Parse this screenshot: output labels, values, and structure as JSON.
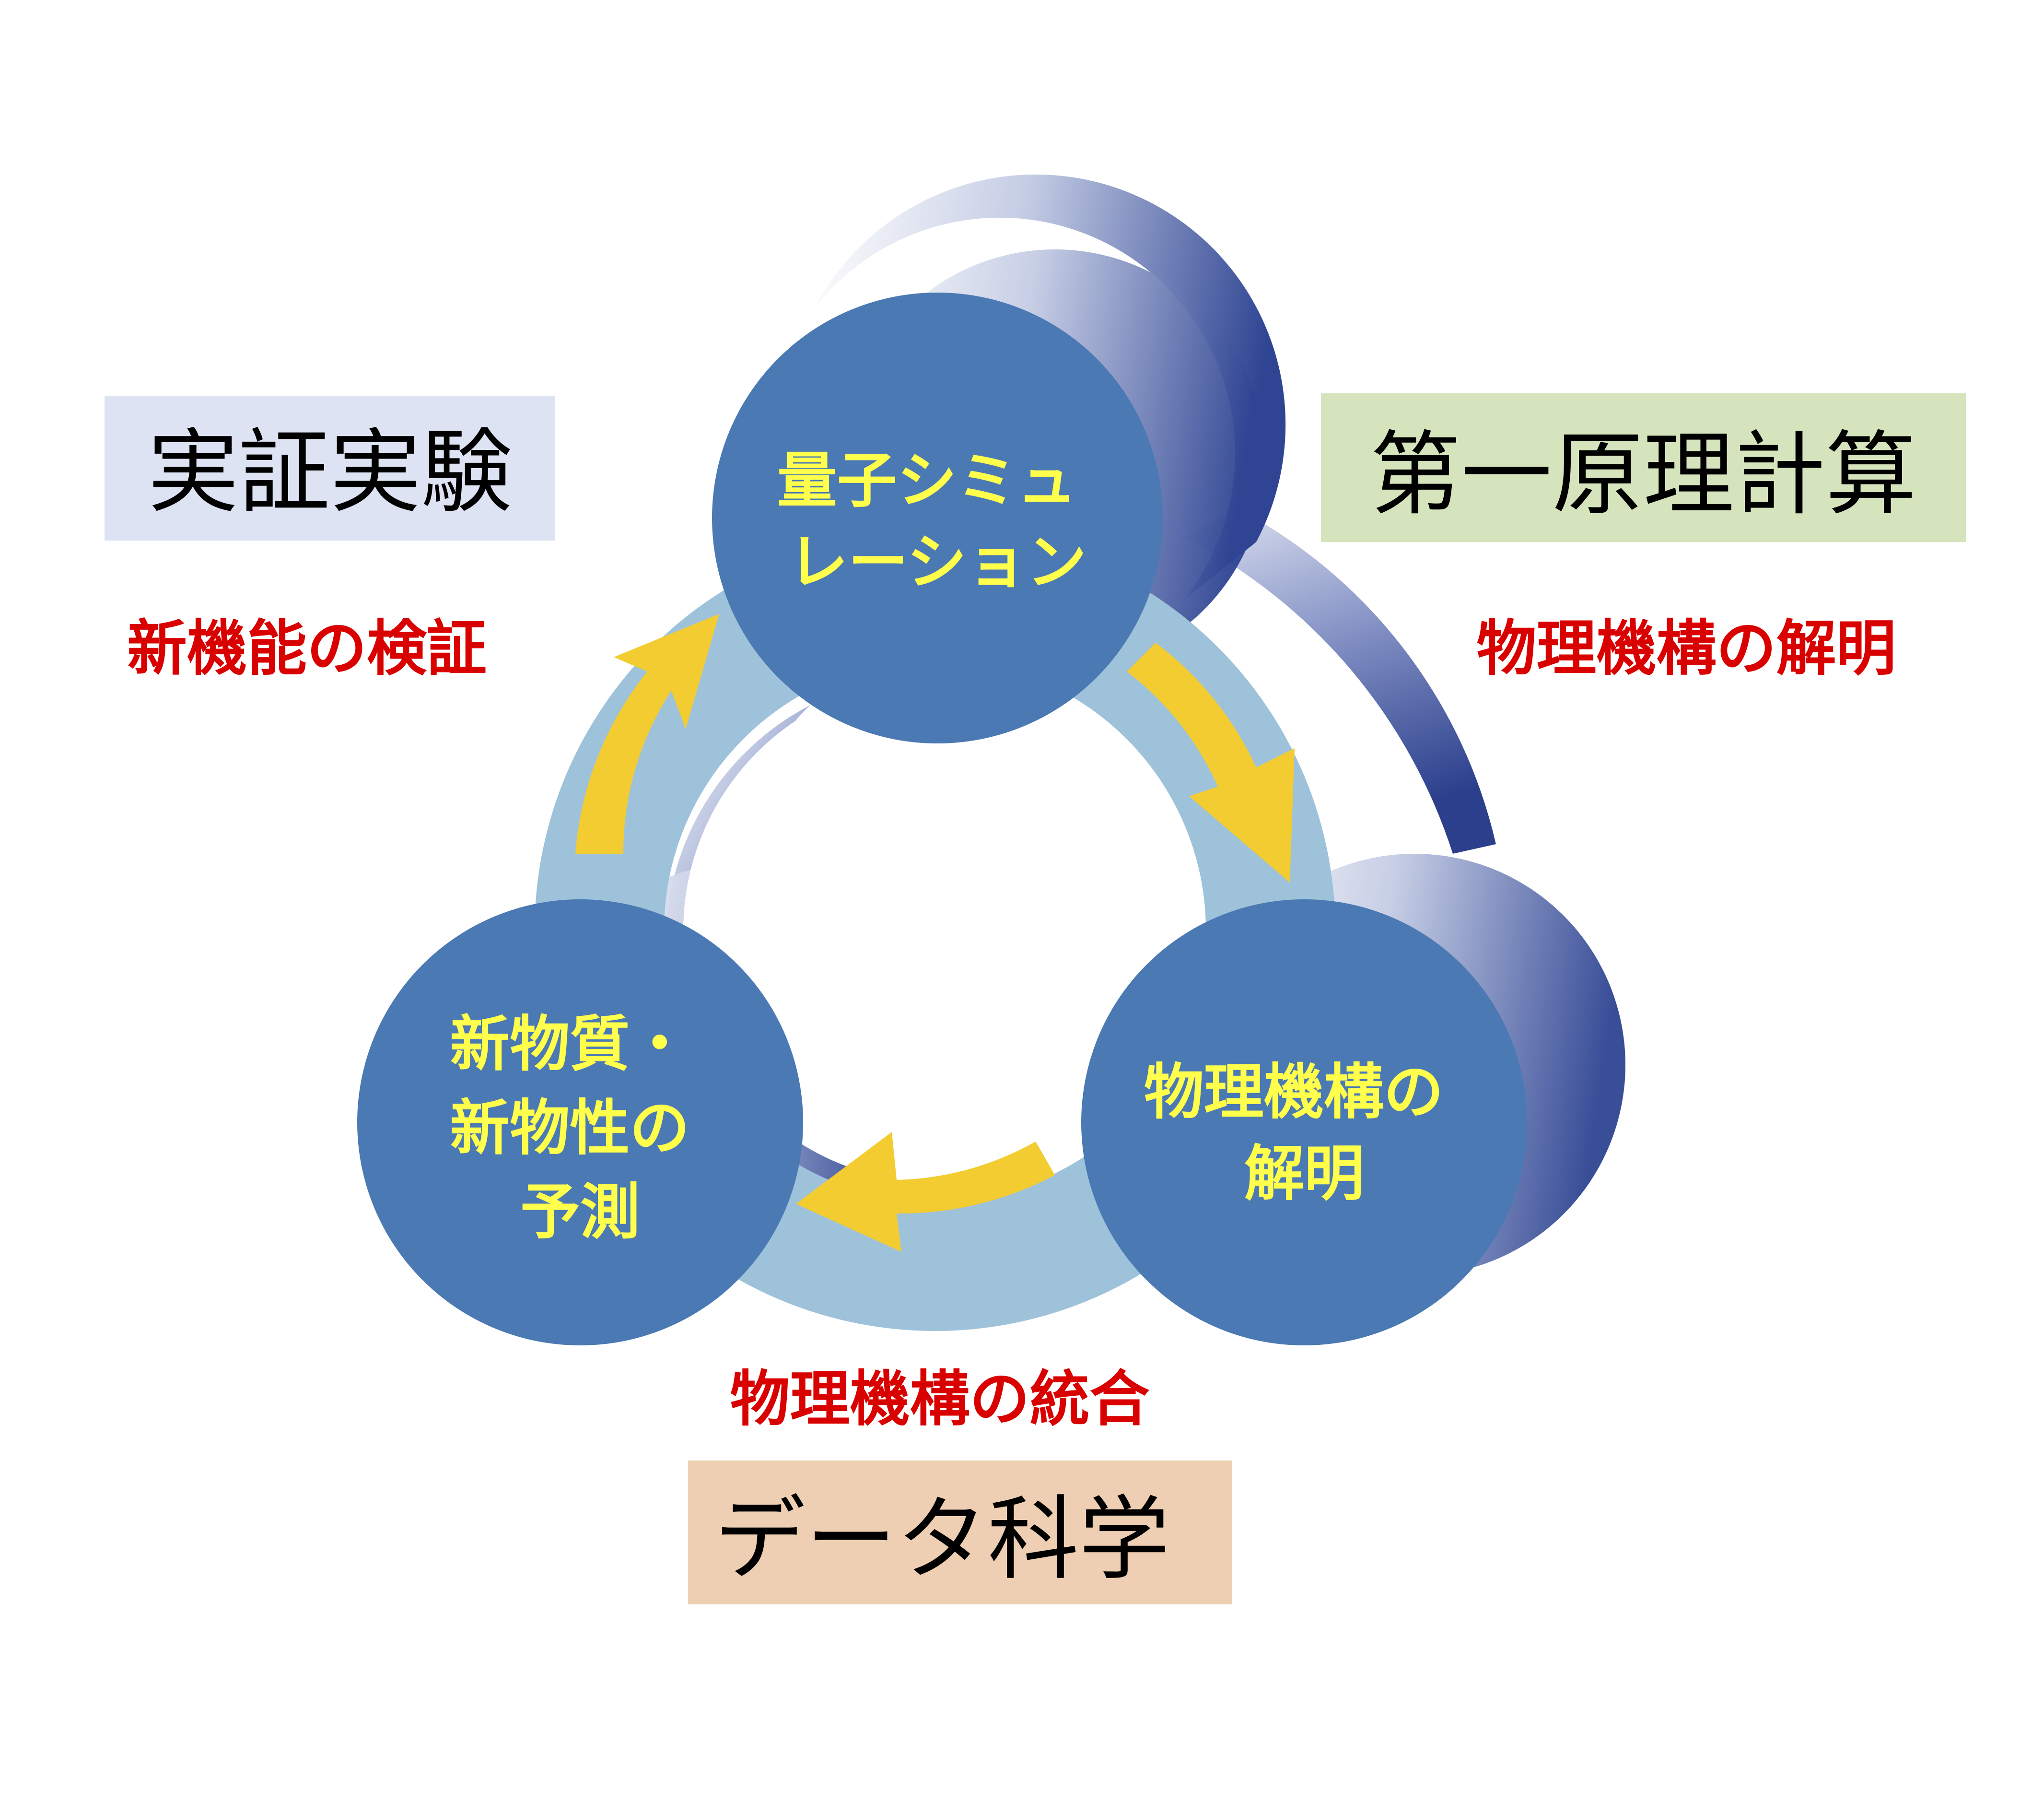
{
  "nodes": {
    "top": {
      "lines": [
        "量子シミュ",
        "レーション"
      ]
    },
    "right": {
      "lines": [
        "物理機構の",
        "解明"
      ]
    },
    "left": {
      "lines": [
        "新物質・",
        "新物性の",
        "予測"
      ]
    }
  },
  "boxes": {
    "experiment": {
      "label": "実証実験",
      "color": "#dde3f2"
    },
    "first_principles": {
      "label": "第一原理計算",
      "color": "#d6e4bd"
    },
    "data_science": {
      "label": "データ科学",
      "color": "#efcfb3"
    }
  },
  "annotations": {
    "left": "新機能の検証",
    "right": "物理機構の解明",
    "bottom": "物理機構の統合"
  },
  "colors": {
    "node_fill": "#4a79b3",
    "node_text": "#ffff4c",
    "ring": "#9ec2da",
    "arrow": "#f2cc30",
    "annotation_text": "#d90000",
    "shadow_dark": "#2b3f8c"
  }
}
